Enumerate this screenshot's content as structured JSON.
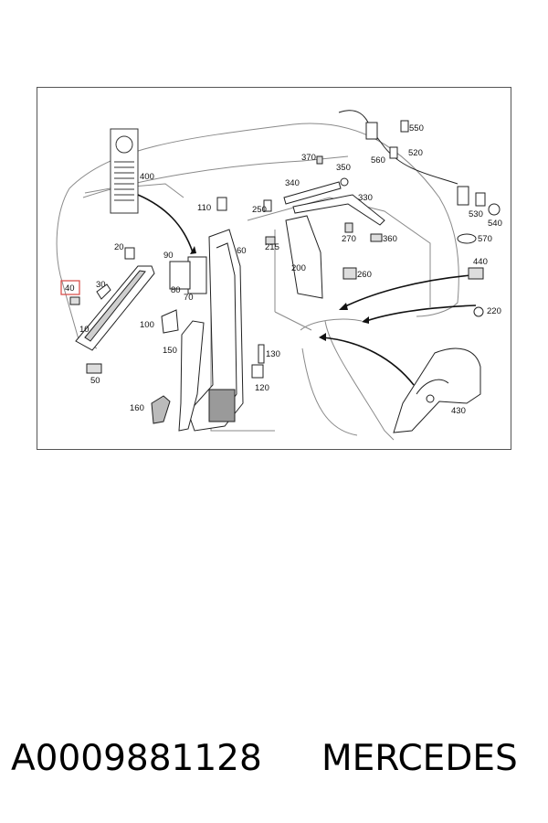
{
  "diagram": {
    "highlight_color": "#d9534f",
    "highlighted_callout": "40",
    "callouts": {
      "c10": "10",
      "c20": "20",
      "c30": "30",
      "c40": "40",
      "c50": "50",
      "c60": "60",
      "c70": "70",
      "c80": "80",
      "c90": "90",
      "c100": "100",
      "c110": "110",
      "c120": "120",
      "c130": "130",
      "c150": "150",
      "c160": "160",
      "c200": "200",
      "c215": "215",
      "c220": "220",
      "c250": "250",
      "c260": "260",
      "c270": "270",
      "c330": "330",
      "c340": "340",
      "c350": "350",
      "c360": "360",
      "c370": "370",
      "c400": "400",
      "c430": "430",
      "c440": "440",
      "c520": "520",
      "c530": "530",
      "c540": "540",
      "c550": "550",
      "c560": "560",
      "c570": "570"
    }
  },
  "caption": {
    "part_number": "A0009881128",
    "brand": "MERCEDES"
  }
}
